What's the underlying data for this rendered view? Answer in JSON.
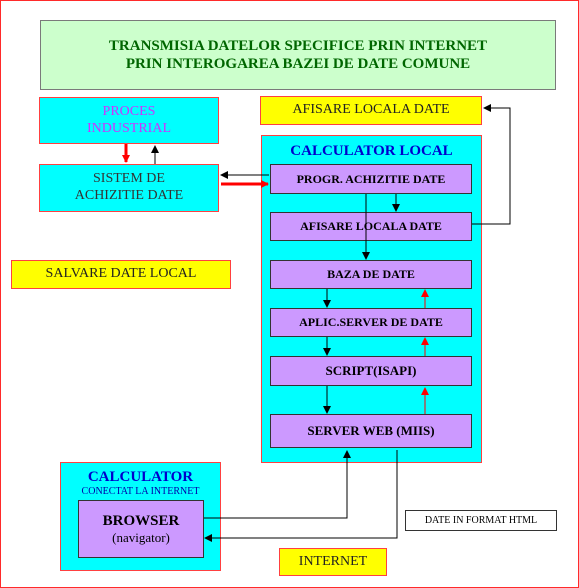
{
  "title": {
    "line1": "TRANSMISIA DATELOR  SPECIFICE PRIN INTERNET",
    "line2": "PRIN INTEROGAREA BAZEI DE DATE COMUNE"
  },
  "proces": {
    "line1": "PROCES",
    "line2": "INDUSTRIAL"
  },
  "sistem": {
    "line1": "SISTEM DE",
    "line2": "ACHIZITIE DATE"
  },
  "afisare_locala_top": "AFISARE LOCALA DATE",
  "salvare": "SALVARE DATE LOCAL",
  "calculator_local": {
    "title": "CALCULATOR LOCAL",
    "modules": {
      "progr": "PROGR. ACHIZITIE DATE",
      "afisare": "AFISARE LOCALA DATE",
      "baza": "BAZA DE DATE",
      "aplic": "APLIC.SERVER DE DATE",
      "script": "SCRIPT(ISAPI)",
      "server": "SERVER WEB (MIIS)"
    }
  },
  "calculator_internet": {
    "title": "CALCULATOR",
    "subtitle": "CONECTAT LA INTERNET",
    "browser": "BROWSER",
    "browser_sub": "(navigator)"
  },
  "date_html": "DATE IN FORMAT HTML",
  "internet": "INTERNET",
  "colors": {
    "cyan": "#00ffff",
    "purple": "#cc99ff",
    "yellow": "#ffff00",
    "title_bg": "#ccffcc",
    "title_text": "#006600",
    "blue_heading": "#0000cc",
    "magenta_text": "#cc33ff",
    "red_arrow": "#ff0000"
  }
}
